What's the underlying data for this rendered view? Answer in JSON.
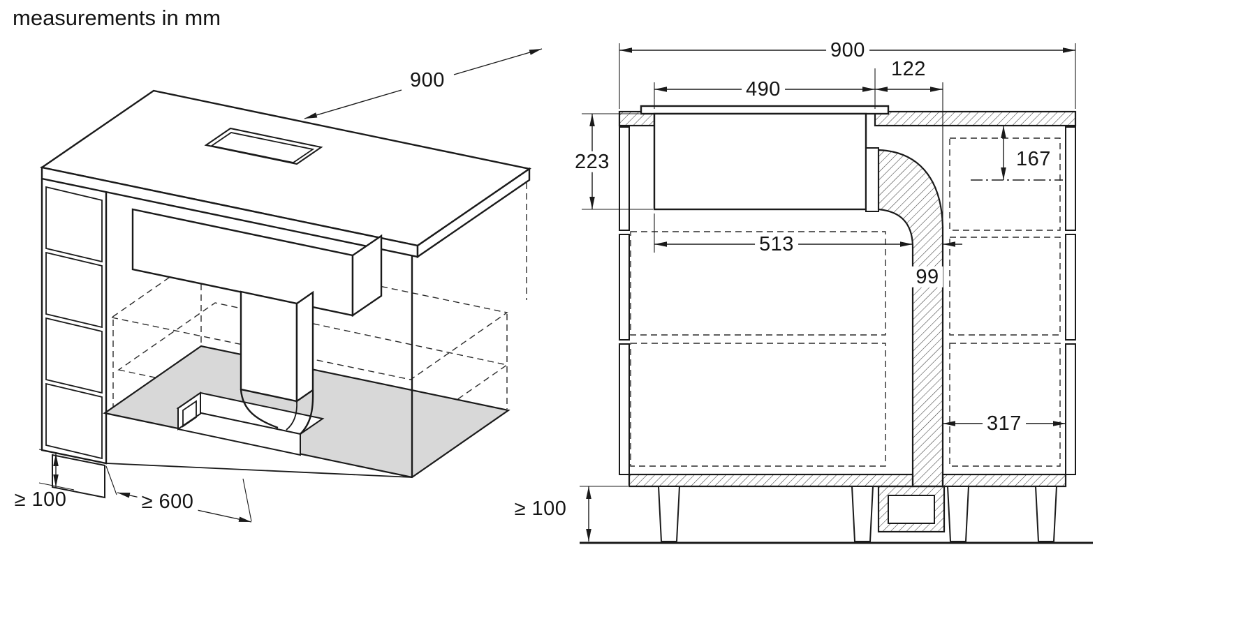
{
  "title": "measurements in mm",
  "colors": {
    "line": "#1a1a1a",
    "floor_panel": "#d8d8d8",
    "background": "#ffffff"
  },
  "isometric_view": {
    "dims": {
      "hob_width": "900",
      "plinth_height": "≥ 100",
      "cabinet_width_min": "≥ 600"
    }
  },
  "section_view": {
    "dims": {
      "total_width": "900",
      "cutout_width": "490",
      "cutout_to_duct": "122",
      "box_depth_below_top": "223",
      "duct_outlet_center": "167",
      "base_clear_width": "513",
      "duct_width": "99",
      "duct_to_side": "317",
      "plinth_height": "≥ 100"
    }
  }
}
